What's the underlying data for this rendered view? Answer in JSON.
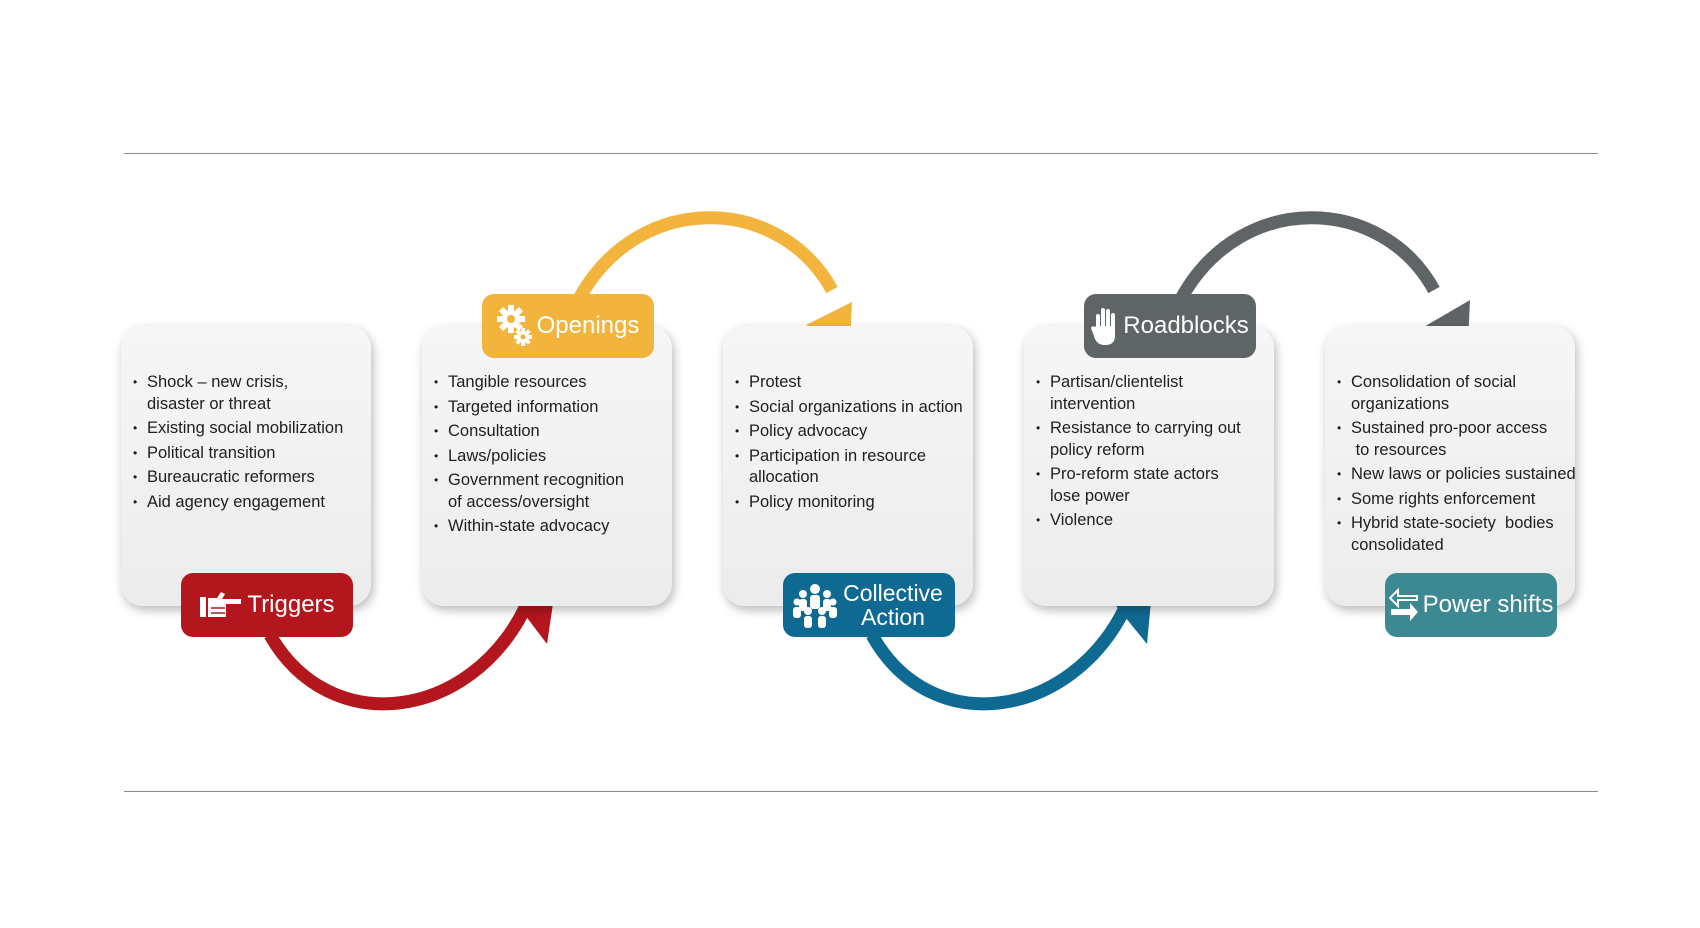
{
  "stages": [
    {
      "label": "Triggers",
      "color": "#b3171d",
      "icon": "pointing-hand-icon",
      "items": [
        "Shock – new crisis,\ndisaster or threat",
        "Existing social mobilization",
        "Political transition",
        "Bureaucratic reformers",
        "Aid agency engagement"
      ]
    },
    {
      "label": "Openings",
      "color": "#f2b43d",
      "icon": "gears-icon",
      "items": [
        "Tangible resources",
        "Targeted information",
        "Consultation",
        "Laws/policies",
        "Government recognition\nof access/oversight",
        "Within-state advocacy"
      ]
    },
    {
      "label": "Collective Action",
      "color": "#0f6a93",
      "icon": "people-group-icon",
      "items": [
        "Protest",
        "Social organizations in action",
        "Policy advocacy",
        "Participation in resource\nallocation",
        "Policy monitoring"
      ]
    },
    {
      "label": "Roadblocks",
      "color": "#5f6566",
      "icon": "raised-hand-icon",
      "items": [
        "Partisan/clientelist\nintervention",
        "Resistance to carrying out\npolicy reform",
        "Pro-reform state actors\nlose power",
        "Violence"
      ]
    },
    {
      "label": "Power shifts",
      "color": "#3d8993",
      "icon": "swap-arrows-icon",
      "items": [
        "Consolidation of social\norganizations",
        "Sustained pro-poor access\n to resources",
        "New laws or policies sustained",
        "Some rights enforcement",
        "Hybrid state-society  bodies\nconsolidated"
      ]
    }
  ],
  "rule_color": "#8a8a8a"
}
